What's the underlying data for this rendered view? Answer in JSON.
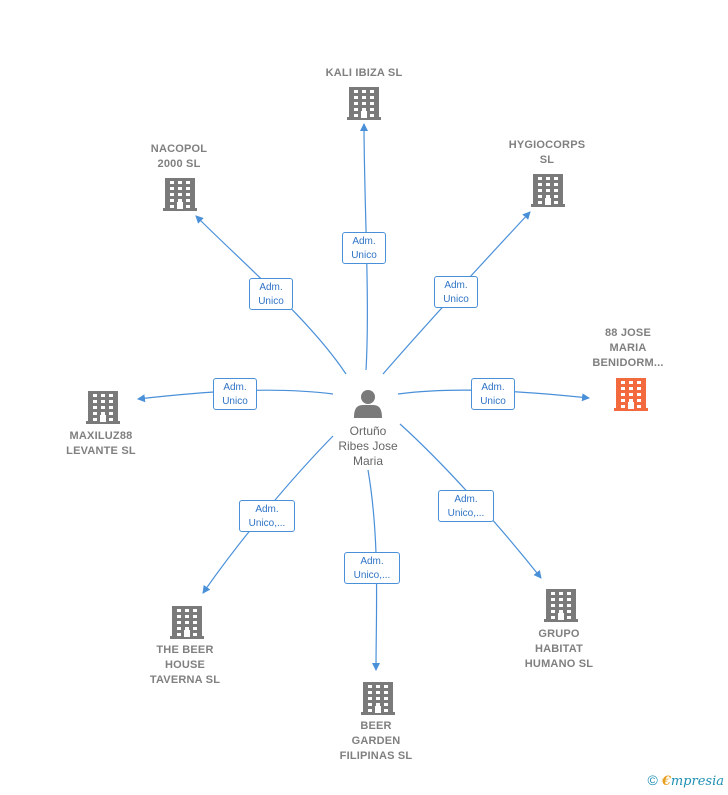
{
  "center": {
    "lines": [
      "Ortuño",
      "Ribes Jose",
      "Maria"
    ]
  },
  "nodes": [
    {
      "id": "kali",
      "lines": [
        "KALI IBIZA  SL"
      ],
      "highlight": false
    },
    {
      "id": "hygiocorps",
      "lines": [
        "HYGIOCORPS",
        "SL"
      ],
      "highlight": false
    },
    {
      "id": "nacopol",
      "lines": [
        "NACOPOL",
        "2000 SL"
      ],
      "highlight": false
    },
    {
      "id": "jose88",
      "lines": [
        "88 JOSE",
        "MARIA",
        "BENIDORM..."
      ],
      "highlight": true
    },
    {
      "id": "maxiluz",
      "lines": [
        "MAXILUZ88",
        "LEVANTE  SL"
      ],
      "highlight": false
    },
    {
      "id": "grupo",
      "lines": [
        "GRUPO",
        "HABITAT",
        "HUMANO SL"
      ],
      "highlight": false
    },
    {
      "id": "beerhouse",
      "lines": [
        "THE BEER",
        "HOUSE",
        "TAVERNA  SL"
      ],
      "highlight": false
    },
    {
      "id": "beergarden",
      "lines": [
        "BEER",
        "GARDEN",
        "FILIPINAS  SL"
      ],
      "highlight": false
    }
  ],
  "edges": [
    {
      "to": "kali",
      "lines": [
        "Adm.",
        "Unico"
      ]
    },
    {
      "to": "hygiocorps",
      "lines": [
        "Adm.",
        "Unico"
      ]
    },
    {
      "to": "nacopol",
      "lines": [
        "Adm.",
        "Unico"
      ]
    },
    {
      "to": "jose88",
      "lines": [
        "Adm.",
        "Unico"
      ]
    },
    {
      "to": "maxiluz",
      "lines": [
        "Adm.",
        "Unico"
      ]
    },
    {
      "to": "grupo",
      "lines": [
        "Adm.",
        "Unico,..."
      ]
    },
    {
      "to": "beerhouse",
      "lines": [
        "Adm.",
        "Unico,..."
      ]
    },
    {
      "to": "beergarden",
      "lines": [
        "Adm.",
        "Unico,..."
      ]
    }
  ],
  "colors": {
    "edge": "#4a90d9",
    "building": "#7a7a7a",
    "highlight": "#f26a3d",
    "person": "#7a7a7a"
  },
  "brand": {
    "copyright": "©",
    "initial": "€",
    "rest": "mpresia"
  }
}
